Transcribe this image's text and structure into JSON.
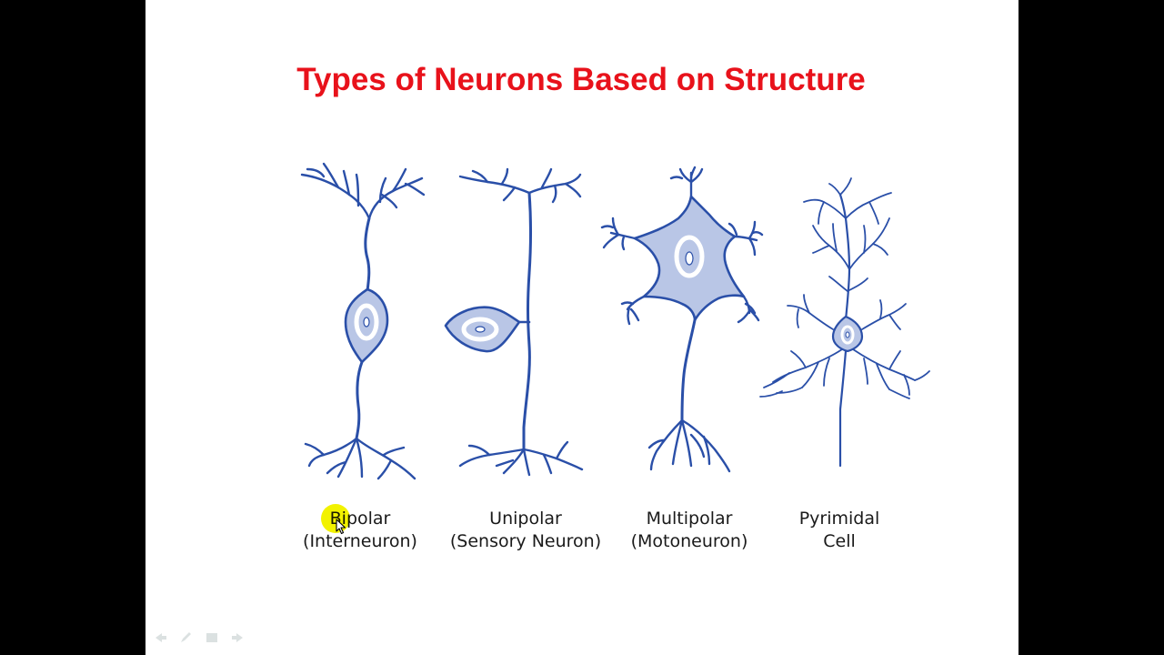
{
  "title": "Types of Neurons Based on Structure",
  "neurons": [
    {
      "name": "Bipolar",
      "subtitle": "(Interneuron)"
    },
    {
      "name": "Unipolar",
      "subtitle": "(Sensory Neuron)"
    },
    {
      "name": "Multipolar",
      "subtitle": "(Motoneuron)"
    },
    {
      "name": "Pyrimidal",
      "subtitle": "Cell"
    }
  ],
  "colors": {
    "title": "#e8121b",
    "neuron_stroke": "#2a4fa8",
    "cell_body_fill": "#b9c6e6",
    "nucleus_ring": "#ffffff",
    "pointer_highlight": "#f2f200"
  },
  "icons": {
    "pointer": "mouse-pointer-icon",
    "controls": [
      "previous-slide-icon",
      "pen-icon",
      "menu-icon",
      "next-slide-icon"
    ]
  }
}
